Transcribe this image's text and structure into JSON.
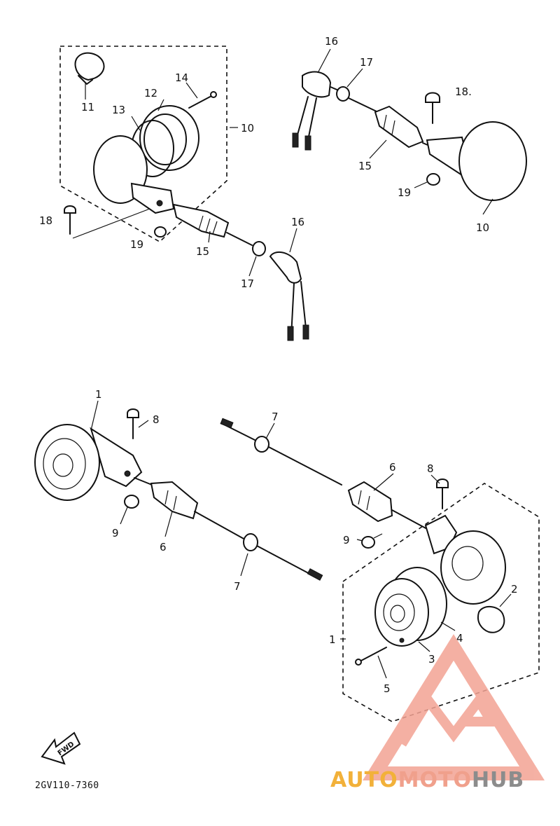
{
  "diagram": {
    "drawing_code": "2GV110-7360",
    "front_arrow_label": "FWD",
    "callouts": {
      "top_left": [
        "11",
        "12",
        "13",
        "14",
        "10",
        "18",
        "19",
        "15",
        "16",
        "17"
      ],
      "top_right": [
        "16",
        "17",
        "18.",
        "15",
        "19",
        "10"
      ],
      "bottom_left": [
        "1",
        "8",
        "9",
        "6",
        "7"
      ],
      "bottom_right": [
        "7",
        "6",
        "8",
        "9",
        "2",
        "4",
        "1",
        "3",
        "5"
      ]
    }
  },
  "watermark": {
    "part1": "AUTO",
    "part2": "MOTO",
    "part3": "HUB",
    "colors": {
      "triangle": "#f3a394",
      "auto": "#f2b13a",
      "moto": "#f0a08c",
      "hub": "#8c8c8c"
    }
  }
}
